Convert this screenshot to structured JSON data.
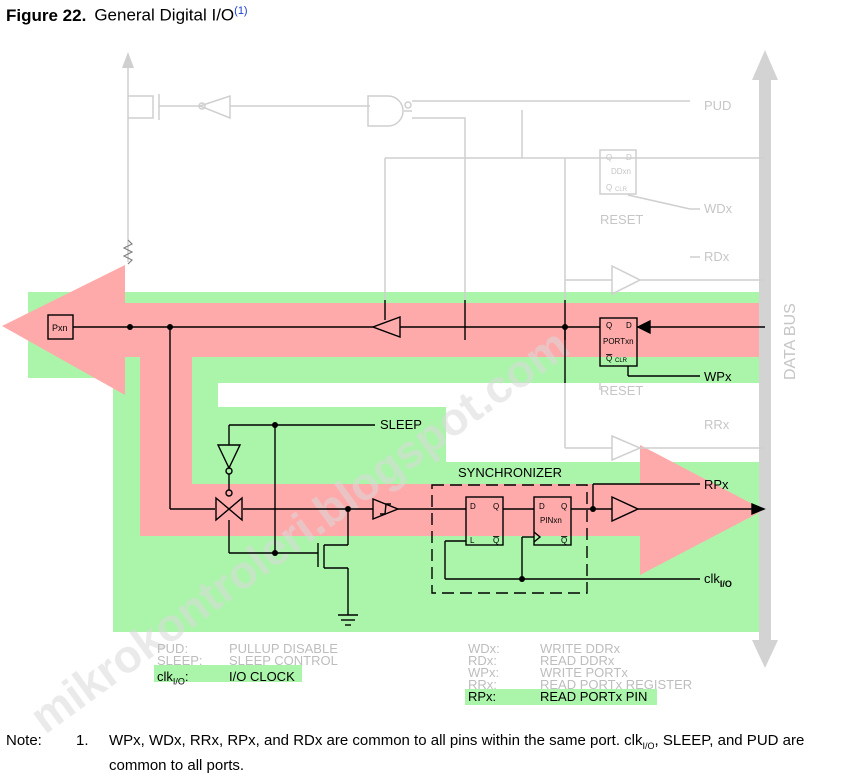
{
  "figure": {
    "number": "Figure 22.",
    "title": "General Digital I/O",
    "ref": "(1)"
  },
  "signals": {
    "pin": "Pxn",
    "pud": "PUD",
    "wdx": "WDx",
    "rdx": "RDx",
    "wpx": "WPx",
    "rrx": "RRx",
    "rpx": "RPx",
    "sleep": "SLEEP",
    "clk_main": "clk",
    "clk_sub": "I/O",
    "reset_ddr": "RESET",
    "reset_port": "RESET",
    "data_bus": "DATA BUS",
    "synchronizer": "SYNCHRONIZER"
  },
  "registers": {
    "ddxn": {
      "name": "DDxn",
      "q": "Q",
      "d": "D",
      "qbar": "Q",
      "clr": "CLR"
    },
    "portxn": {
      "name": "PORTxn",
      "q": "Q",
      "d": "D",
      "qbar": "Q",
      "clr": "CLR"
    },
    "latch": {
      "d": "D",
      "q": "Q",
      "l": "L",
      "qbar": "Q"
    },
    "pinxn": {
      "name": "PINxn",
      "d": "D",
      "q": "Q",
      "qbar": "Q"
    }
  },
  "watermark": "mikrokontroleri.blogspot.com",
  "legend_left": [
    {
      "key": "PUD:",
      "value": "PULLUP DISABLE"
    },
    {
      "key": "SLEEP:",
      "value": "SLEEP CONTROL"
    },
    {
      "key": "clk",
      "key_sub": "I/O",
      "key_tail": ":",
      "value": "I/O CLOCK"
    }
  ],
  "legend_right": [
    {
      "key": "WDx:",
      "value": "WRITE DDRx"
    },
    {
      "key": "RDx:",
      "value": "READ DDRx"
    },
    {
      "key": "WPx:",
      "value": "WRITE PORTx"
    },
    {
      "key": "RRx:",
      "value": "READ PORTx REGISTER"
    },
    {
      "key": "RPx:",
      "value": "READ PORTx PIN"
    }
  ],
  "note": {
    "label": "Note:",
    "number": "1.",
    "text_a": "WPx, WDx, RRx, RPx, and RDx are common to all pins within the same port. clk",
    "text_sub": "I/O",
    "text_b": ", SLEEP, and PUD are common to all ports."
  }
}
